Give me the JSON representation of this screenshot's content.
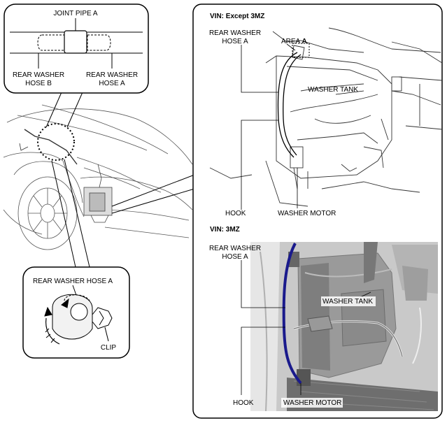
{
  "inset_joint": {
    "joint_pipe_label": "JOINT PIPE A",
    "hose_b_line1": "REAR WASHER",
    "hose_b_line2": "HOSE B",
    "hose_a_line1": "REAR WASHER",
    "hose_a_line2": "HOSE A"
  },
  "inset_clip": {
    "hose_label": "REAR WASHER HOSE A",
    "clip_label": "CLIP"
  },
  "panel_except": {
    "vin_title": "VIN: Except 3MZ",
    "hose_line1": "REAR WASHER",
    "hose_line2": "HOSE A",
    "area_text": "AREA ",
    "area_letter": "A",
    "tank_label": "WASHER TANK",
    "hook_label": "HOOK",
    "motor_label": "WASHER MOTOR"
  },
  "panel_3mz": {
    "vin_title": "VIN: 3MZ",
    "hose_line1": "REAR WASHER",
    "hose_line2": "HOSE A",
    "tank_label": "WASHER TANK",
    "hook_label": "HOOK",
    "motor_label": "WASHER MOTOR"
  },
  "colors": {
    "hose_highlight": "#1a1a8c",
    "photo_bg": "#c9c9c9"
  }
}
